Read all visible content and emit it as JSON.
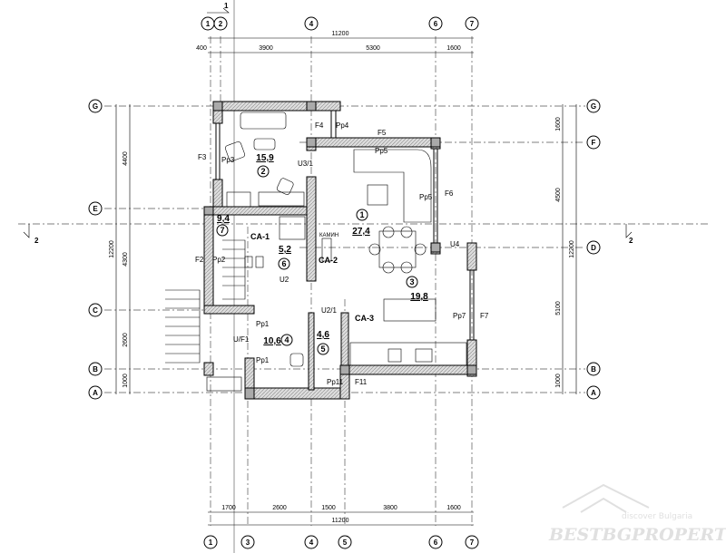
{
  "plan": {
    "axes_top": [
      "1",
      "2",
      "4",
      "6",
      "7"
    ],
    "axes_bottom": [
      "1",
      "3",
      "4",
      "5",
      "6",
      "7"
    ],
    "axes_left": [
      "G",
      "E",
      "C",
      "B",
      "A"
    ],
    "axes_right": [
      "G",
      "F",
      "D",
      "B",
      "A"
    ],
    "dims_top_total": "11200",
    "dims_top": [
      "400",
      "3900",
      "5300",
      "1600"
    ],
    "dims_bottom": [
      "1700",
      "2600",
      "1500",
      "3800",
      "1600"
    ],
    "dims_bottom_total": "11200",
    "dims_left": [
      "4400",
      "4300",
      "2600",
      "1000"
    ],
    "dims_left_total": "12200",
    "dims_right": [
      "1600",
      "4500",
      "5100",
      "1000"
    ],
    "dims_right_total": "12200",
    "section_marks": [
      "1",
      "2",
      "2"
    ],
    "rooms": [
      {
        "num": "1",
        "area": "27,4"
      },
      {
        "num": "2",
        "area": "15,9"
      },
      {
        "num": "3",
        "area": "19,8"
      },
      {
        "num": "4",
        "area": "10,6"
      },
      {
        "num": "5",
        "area": "4,6"
      },
      {
        "num": "6",
        "area": "5,2"
      },
      {
        "num": "7",
        "area": "9,4"
      }
    ],
    "labels": [
      "F3",
      "Pp3",
      "F4",
      "Pp4",
      "F5",
      "Pp5",
      "Pp5",
      "F6",
      "U3/1",
      "U4",
      "КАМИН",
      "CA-1",
      "CA-2",
      "U2",
      "F2",
      "Pp2",
      "Pp1",
      "Pp1",
      "U/F1",
      "U2/1",
      "CA-3",
      "Pp11",
      "F11",
      "Pp7",
      "F7"
    ]
  },
  "watermark": {
    "line1": "discover Bulgaria",
    "line2": "BESTBGPROPERTIES"
  }
}
